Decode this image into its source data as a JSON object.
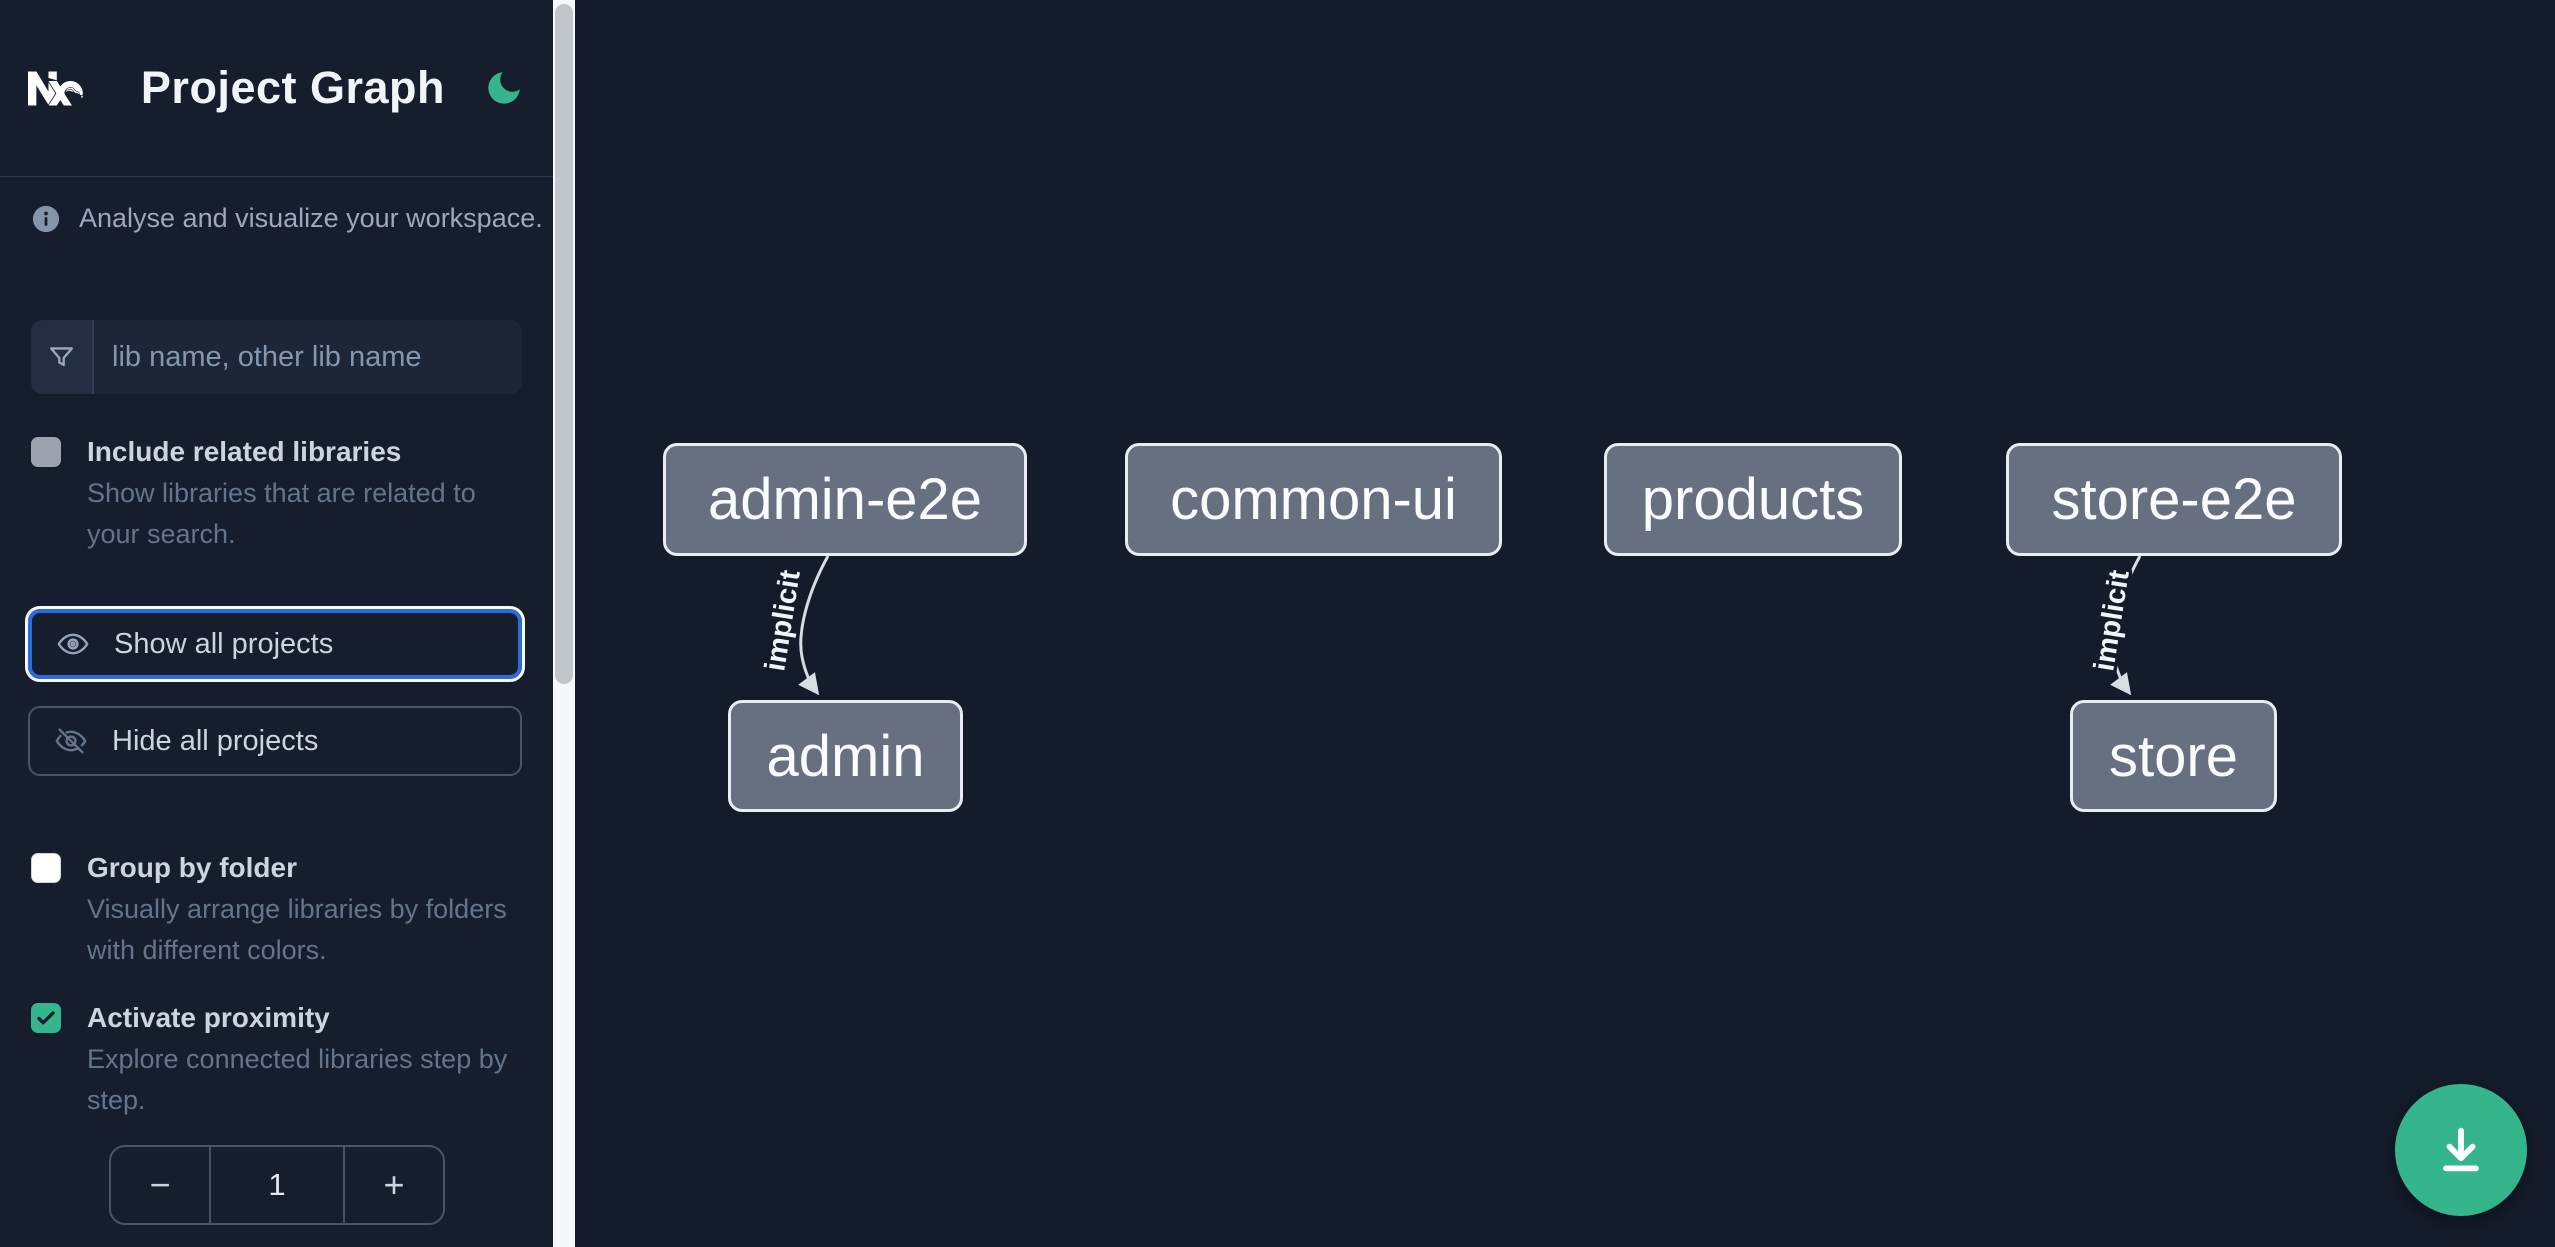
{
  "header": {
    "app_title": "Project Graph",
    "logo": "nx-logo",
    "theme_toggle_icon": "moon-icon"
  },
  "sidebar": {
    "info_text": "Analyse and visualize your workspace.",
    "filter": {
      "icon": "funnel-icon",
      "placeholder": "lib name, other lib name",
      "value": ""
    },
    "include_related": {
      "label": "Include related libraries",
      "description": "Show libraries that are related to your search.",
      "checked": false
    },
    "buttons": {
      "show_all": "Show all projects",
      "hide_all": "Hide all projects"
    },
    "group_by_folder": {
      "label": "Group by folder",
      "description": "Visually arrange libraries by folders with different colors.",
      "checked": false
    },
    "proximity": {
      "label": "Activate proximity",
      "description": "Explore connected libraries step by step.",
      "checked": true,
      "depth": {
        "decrement_label": "−",
        "value": "1",
        "increment_label": "+"
      }
    }
  },
  "graph": {
    "nodes": [
      {
        "label": "admin-e2e"
      },
      {
        "label": "common-ui"
      },
      {
        "label": "products"
      },
      {
        "label": "store-e2e"
      },
      {
        "label": "admin"
      },
      {
        "label": "store"
      }
    ],
    "edges": [
      {
        "from": "admin-e2e",
        "to": "admin",
        "label": "implicit"
      },
      {
        "from": "store-e2e",
        "to": "store",
        "label": "implicit"
      }
    ]
  },
  "fab": {
    "icon": "download-icon"
  },
  "colors": {
    "accent_green": "#35b58c",
    "focus_blue": "#2c6ae0",
    "node_fill": "#667080",
    "node_border": "#e9edf2",
    "edge": "#d8dde4",
    "sidebar_bg": "#161d2d",
    "canvas_bg": "#141b2a"
  }
}
